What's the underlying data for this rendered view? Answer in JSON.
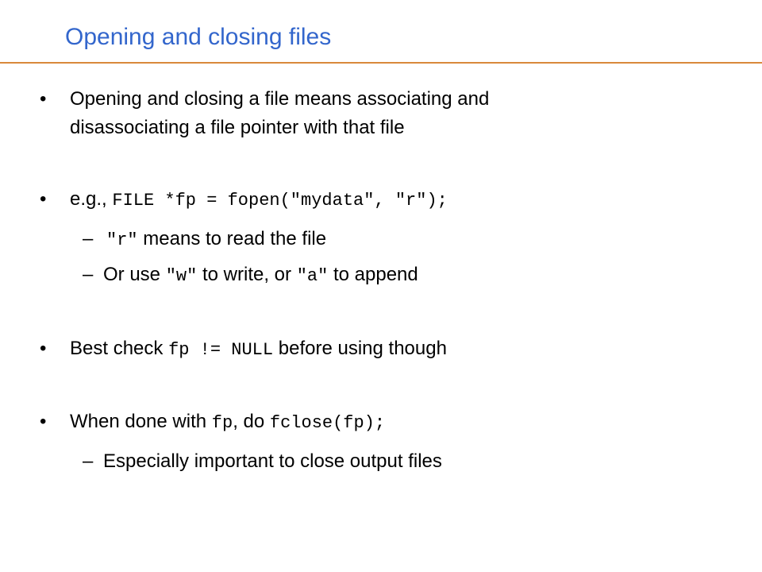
{
  "slide": {
    "title": "Opening and closing files"
  },
  "bullets": [
    {
      "marker": "•",
      "line1": "Opening and closing a file means associating and",
      "line2": "disassociating a file pointer with that file"
    },
    {
      "marker": "•",
      "prefix": "e.g., ",
      "code": "FILE *fp = fopen(\"mydata\", \"r\");",
      "subitems": [
        {
          "marker": "–",
          "code": "\"r\"",
          "text": " means to read the file"
        },
        {
          "marker": "–",
          "text1": "Or use ",
          "code1": "\"w\"",
          "text2": " to write, or ",
          "code2": "\"a\"",
          "text3": " to append"
        }
      ]
    },
    {
      "marker": "•",
      "text1": "Best check ",
      "code": "fp != NULL",
      "text2": " before using though"
    },
    {
      "marker": "•",
      "text1": "When done with ",
      "code1": "fp",
      "text2": ", do ",
      "code2": "fclose(fp);",
      "subitems": [
        {
          "marker": "–",
          "text": "Especially important to close output files"
        }
      ]
    }
  ],
  "colors": {
    "title": "#3366cc",
    "rule": "#d9893b",
    "text": "#000000"
  }
}
